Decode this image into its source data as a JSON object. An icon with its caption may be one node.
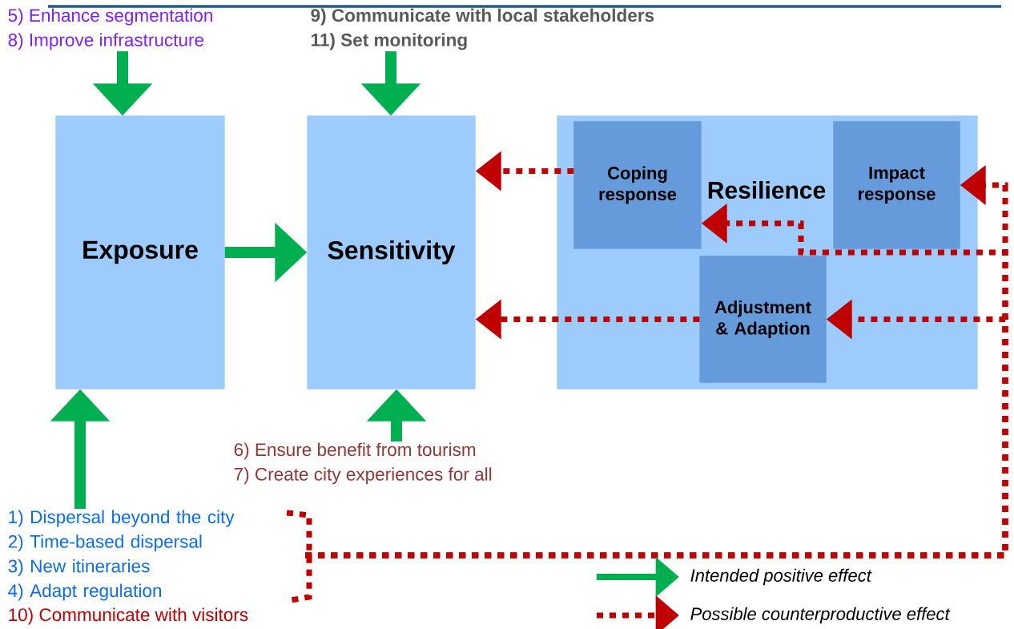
{
  "diagram": {
    "nodes": [
      {
        "text": [
          "Exposure"
        ]
      },
      {
        "text": [
          "Sensitivity"
        ]
      },
      {
        "text": [
          "Resilience"
        ]
      },
      {
        "text": [
          "Coping response"
        ],
        "in": 2
      },
      {
        "text": [
          "Impact response"
        ],
        "in": 2
      },
      {
        "text": [
          "Adjustment & Adaption"
        ],
        "in": 2
      },
      {
        "text": [
          "5) Enhance segmentation",
          "8) Improve infrastructure"
        ]
      },
      {
        "text": [
          "9) Communicate with local stakeholders",
          "11) Set monitoring"
        ]
      },
      {
        "text": [
          "6) Ensure benefit from tourism",
          "7) Create city experiences for all"
        ]
      },
      {
        "text": [
          "1) Dispersal beyond the city",
          "2) Time-based dispersal",
          "3) New itineraries",
          "4) Adapt regulation"
        ]
      }
    ],
    "edges": [
      {
        "from": 6,
        "to": 0,
        "arrow": "to",
        "style": "thick"
      },
      {
        "from": 7,
        "to": 1,
        "arrow": "to",
        "style": "thick"
      },
      {
        "from": 0,
        "to": 1,
        "arrow": "to",
        "style": "thick"
      },
      {
        "from": 8,
        "to": 1,
        "arrow": "to",
        "style": "thick"
      },
      {
        "from": 9,
        "to": 0,
        "arrow": "to",
        "style": "thick"
      },
      {
        "from": 3,
        "to": 1,
        "arrow": "to",
        "style": "dashed",
        "color": "#c00000"
      },
      {
        "from": 9,
        "to": 4,
        "arrow": "to",
        "style": "dashed",
        "color": "#c00000"
      },
      {
        "from": 9,
        "to": 3,
        "arrow": "to",
        "style": "dashed",
        "color": "#c00000"
      },
      {
        "from": 9,
        "to": 5,
        "arrow": "to",
        "style": "dashed",
        "color": "#c00000"
      },
      {
        "from": 5,
        "to": 1,
        "arrow": "to",
        "style": "dashed",
        "color": "#c00000"
      }
    ],
    "labels": [
      "10) Communicate with visitors"
    ],
    "legend": [
      {
        "text": "Intended positive effect"
      },
      {
        "text": "Possible counterproductive effect"
      }
    ]
  }
}
